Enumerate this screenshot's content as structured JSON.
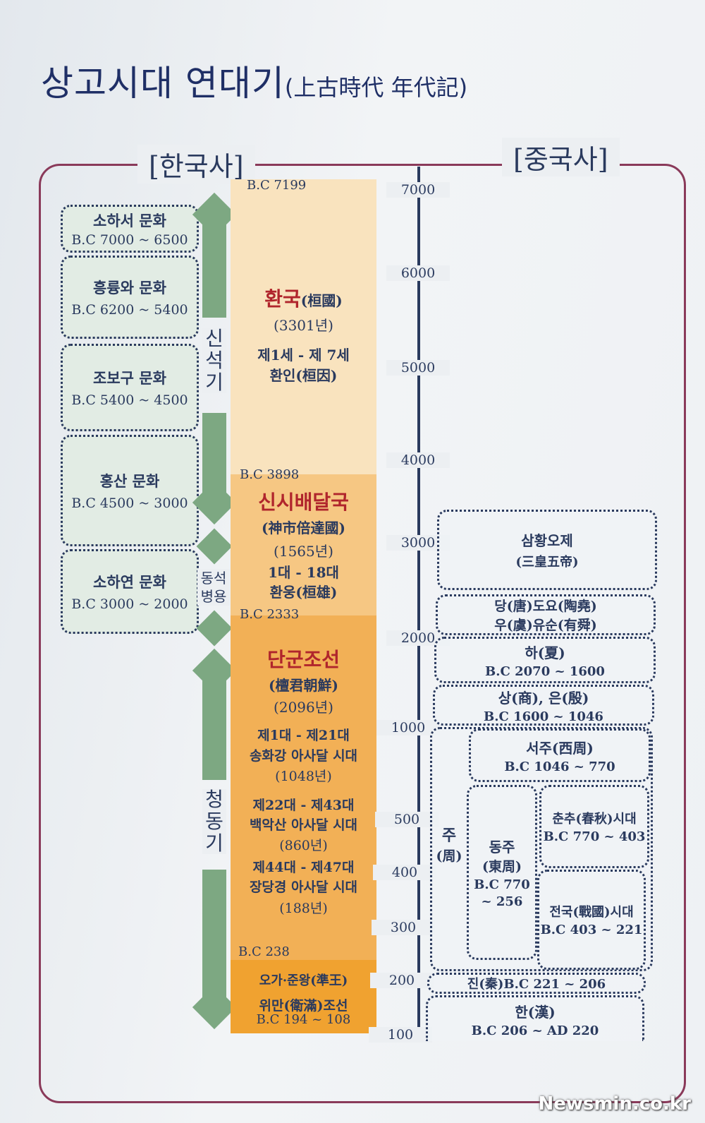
{
  "title": {
    "main": "상고시대 연대기",
    "sub": "(上古時代 年代記)"
  },
  "headers": {
    "korea": "[한국사]",
    "china": "[중국사]"
  },
  "cultures": [
    {
      "name": "소하서 문화",
      "range": "B.C 7000 ~ 6500"
    },
    {
      "name": "흥륭와 문화",
      "range": "B.C 6200 ~ 5400"
    },
    {
      "name": "조보구 문화",
      "range": "B.C 5400 ~ 4500"
    },
    {
      "name": "홍산 문화",
      "range": "B.C 4500 ~ 3000"
    },
    {
      "name": "소하연 문화",
      "range": "B.C 3000 ~ 2000"
    }
  ],
  "periods": {
    "neolithic": "신석기",
    "chalcolithic": "동석병용",
    "bronze": "청동기"
  },
  "korea": {
    "hwanguk": {
      "start": "B.C 7199",
      "name": "환국",
      "hanja": "(桓國)",
      "years": "(3301년)",
      "rulers": "제1세 - 제 7세",
      "title": "환인(桓因)"
    },
    "baedal": {
      "start": "B.C 3898",
      "name": "신시배달국",
      "hanja": "(神市倍達國)",
      "years": "(1565년)",
      "rulers": "1대 - 18대",
      "title": "환웅(桓雄)"
    },
    "dangun": {
      "start": "B.C 2333",
      "name": "단군조선",
      "hanja": "(檀君朝鮮)",
      "years": "(2096년)",
      "p1_rulers": "제1대 - 제21대",
      "p1_place": "송화강 아사달 시대",
      "p1_years": "(1048년)",
      "p2_rulers": "제22대 - 제43대",
      "p2_place": "백악산 아사달 시대",
      "p2_years": "(860년)",
      "p3_rulers": "제44대 - 제47대",
      "p3_place": "장당경 아사달 시대",
      "p3_years": "(188년)"
    },
    "later": {
      "start": "B.C 238",
      "oga": "오가·준왕(準王)",
      "wiman": "위만(衛滿)조선",
      "wiman_range": "B.C 194 ~ 108"
    }
  },
  "axis_ticks": [
    "7000",
    "6000",
    "5000",
    "4000",
    "3000",
    "2000",
    "1000",
    "500",
    "400",
    "300",
    "200",
    "100"
  ],
  "china": {
    "sanhuang": {
      "name": "삼황오제",
      "hanja": "(三皇五帝)"
    },
    "yao_shun": {
      "line1": "당(唐)도요(陶堯)",
      "line2": "우(虞)유순(有舜)"
    },
    "xia": {
      "name": "하(夏)",
      "range": "B.C 2070 ~ 1600"
    },
    "shang": {
      "name": "상(商), 은(殷)",
      "range": "B.C 1600 ~ 1046"
    },
    "zhou": {
      "name": "주",
      "hanja": "(周)"
    },
    "western_zhou": {
      "name": "서주(西周)",
      "range": "B.C 1046 ~ 770"
    },
    "eastern_zhou": {
      "name": "동주",
      "hanja": "(東周)",
      "range1": "B.C 770",
      "range2": "~ 256"
    },
    "spring_autumn": {
      "name": "춘추(春秋)시대",
      "range": "B.C 770 ~ 403"
    },
    "warring": {
      "name": "전국(戰國)시대",
      "range": "B.C 403 ~ 221"
    },
    "qin": {
      "label": "진(秦)B.C 221 ~ 206"
    },
    "han": {
      "name": "한(漢)",
      "range": "B.C 206 ~ AD 220"
    }
  },
  "watermark": "Newsmin.co.kr",
  "colors": {
    "frame": "#8a3a5a",
    "arrow": "#7da882",
    "hwanguk_bg": "#f9e3be",
    "baedal_bg": "#f6c783",
    "dangun_bg": "#f2b056",
    "later_bg": "#f0a230",
    "culture_bg": "#e2ece4",
    "red_text": "#b0252c",
    "navy_text": "#2a3a5e"
  }
}
